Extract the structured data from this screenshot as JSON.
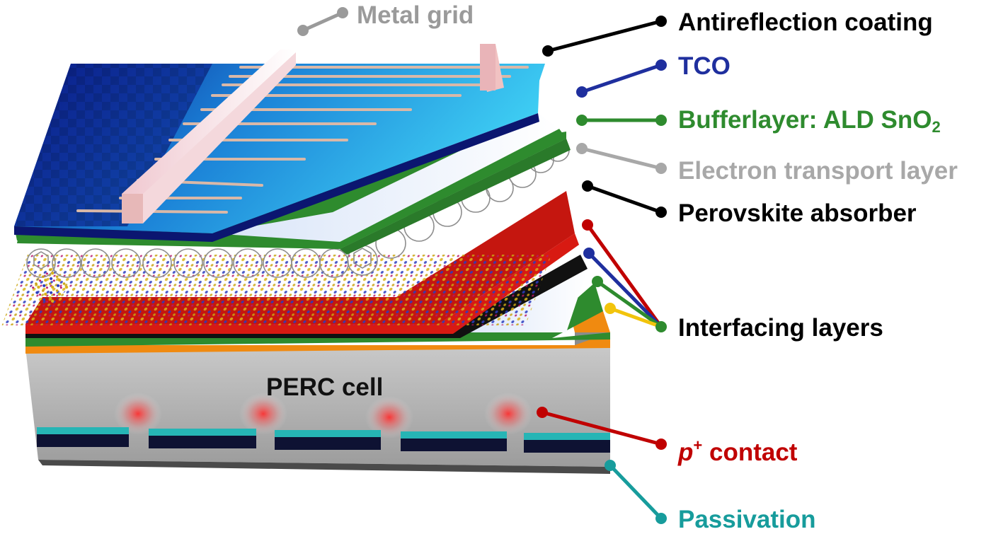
{
  "device_label": "PERC cell",
  "labels": {
    "metal_grid": {
      "text": "Metal grid",
      "color": "#9a9a9a"
    },
    "antireflection": {
      "text": "Antireflection coating",
      "color": "#000000"
    },
    "tco": {
      "text": "TCO",
      "color": "#1f2f9e"
    },
    "bufferlayer": {
      "text": "Bufferlayer: ALD SnO",
      "subscript": "2",
      "color": "#2e8b2e"
    },
    "electron_transport": {
      "text": "Electron transport layer",
      "color": "#a8a8a8"
    },
    "perovskite": {
      "text": "Perovskite absorber",
      "color": "#000000"
    },
    "interfacing": {
      "text": "Interfacing layers",
      "color": "#000000"
    },
    "p_contact": {
      "italic_prefix": "p",
      "superscript": "+",
      "text": " contact",
      "color": "#c00000"
    },
    "passivation": {
      "text": "Passivation",
      "color": "#179c9c"
    }
  },
  "colors": {
    "tco_blue": "#1c2fa6",
    "cyan_surface": "#19b8e8",
    "buffer_green": "#2e8b2e",
    "perovskite_red": "#d81a12",
    "orange_layer": "#f08a10",
    "silicon_gray": "#b3b3b3",
    "passivation_teal": "#26b5b5",
    "leader_yellow": "#f2c40c"
  },
  "icons": [
    "fullerene-icon",
    "crystal-lattice-icon",
    "metal-busbar-icon"
  ]
}
